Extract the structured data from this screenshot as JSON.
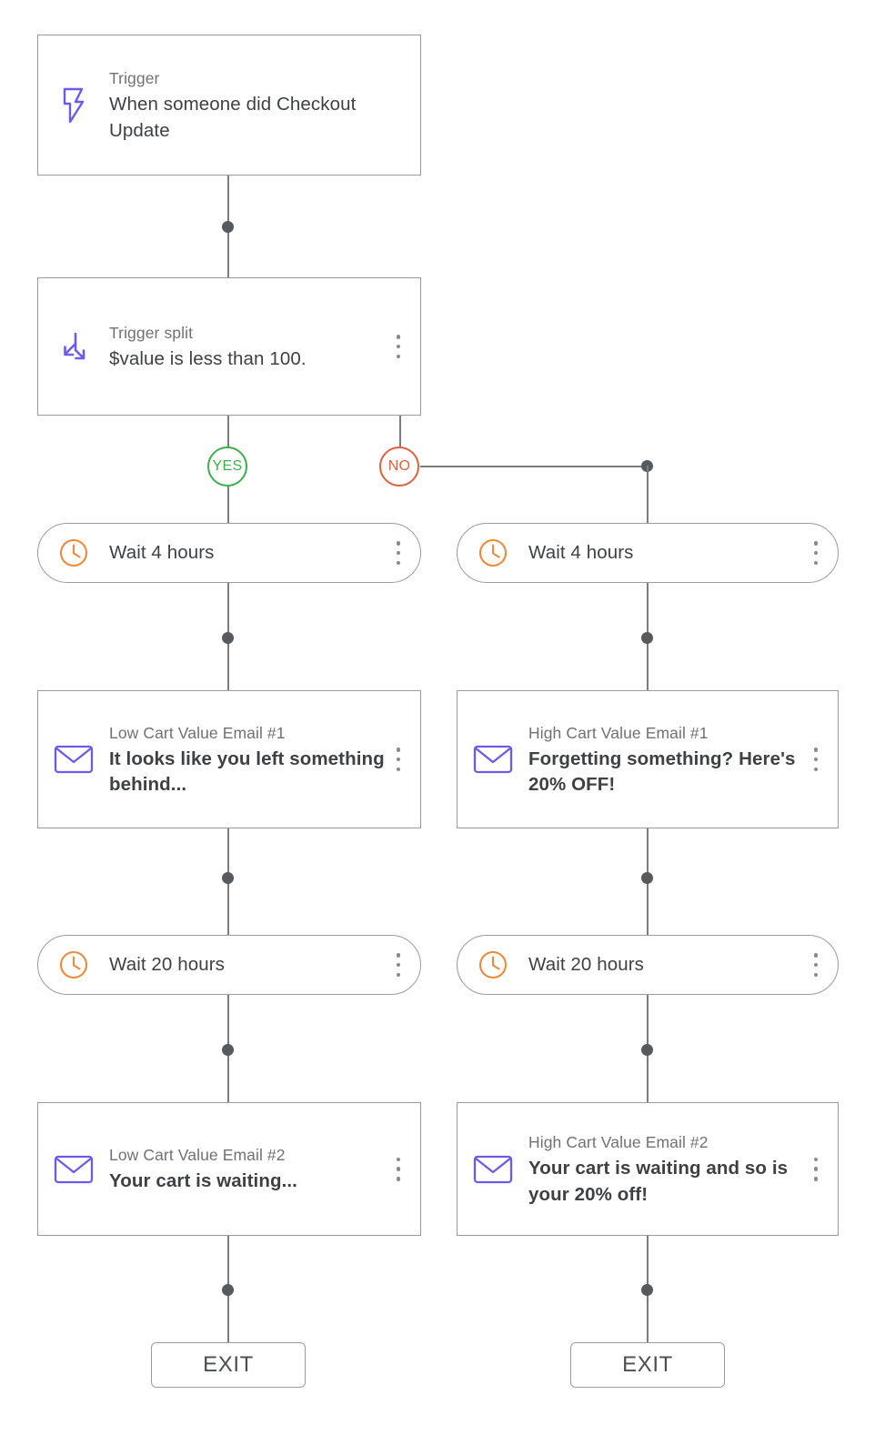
{
  "flow": {
    "trigger": {
      "kicker": "Trigger",
      "title": "When someone did Checkout Update",
      "icon": "lightning-bolt-icon"
    },
    "split": {
      "kicker": "Trigger split",
      "title": "$value is less than 100.",
      "icon": "split-arrows-icon"
    },
    "branches": {
      "yes_label": "YES",
      "no_label": "NO"
    },
    "left": {
      "wait1": "Wait 4 hours",
      "email1_kicker": "Low Cart Value Email #1",
      "email1_title": "It looks like you left something behind...",
      "wait2": "Wait 20 hours",
      "email2_kicker": "Low Cart Value Email #2",
      "email2_title": "Your cart is waiting...",
      "exit": "EXIT"
    },
    "right": {
      "wait1": "Wait 4 hours",
      "email1_kicker": "High Cart Value Email #1",
      "email1_title": "Forgetting something? Here's 20% OFF!",
      "wait2": "Wait 20 hours",
      "email2_kicker": "High Cart Value Email #2",
      "email2_title": "Your cart is waiting and so is your 20% off!",
      "exit": "EXIT"
    },
    "icons": {
      "email": "envelope-icon",
      "wait": "clock-icon",
      "kebab": "more-options-icon"
    },
    "colors": {
      "accent_purple": "#6b5ce7",
      "wait_orange": "#ef8a3c",
      "yes_green": "#3eae4b",
      "no_red": "#e0603f",
      "connector_gray": "#7c7c7c",
      "border_gray": "#9b9b9b",
      "text_dark": "#3d4144",
      "text_muted": "#6f7174"
    }
  }
}
